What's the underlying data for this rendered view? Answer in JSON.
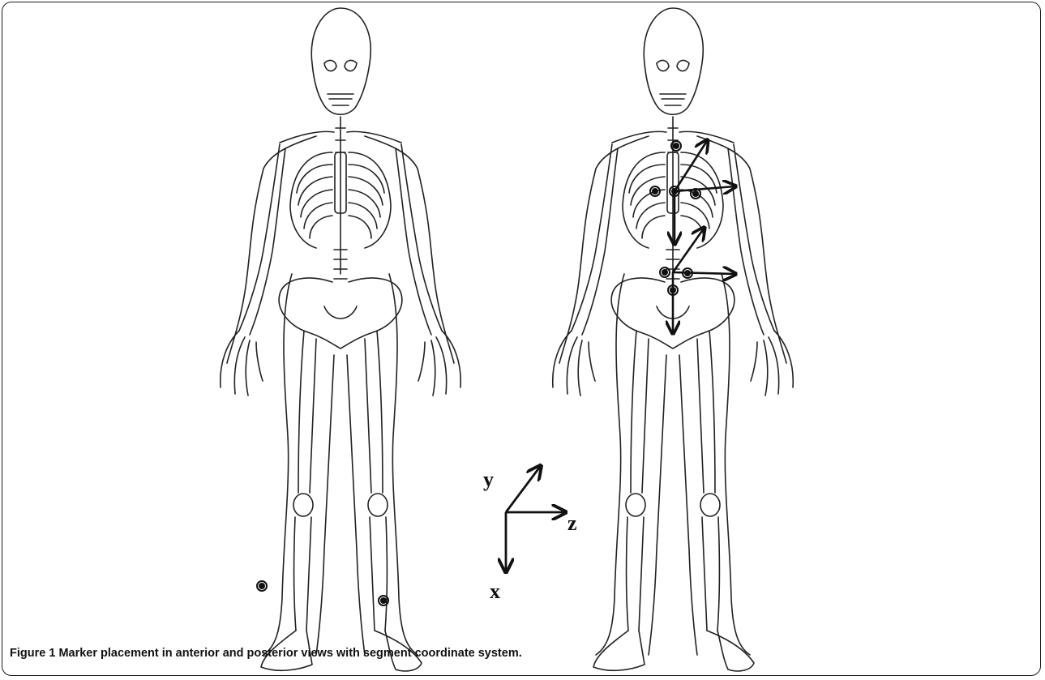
{
  "figure": {
    "caption_label": "Figure 1",
    "caption_text": "Marker placement in anterior and posterior views with segment coordinate system.",
    "axes": {
      "x": "x",
      "y": "y",
      "z": "z"
    },
    "stroke_color": "#222222"
  }
}
